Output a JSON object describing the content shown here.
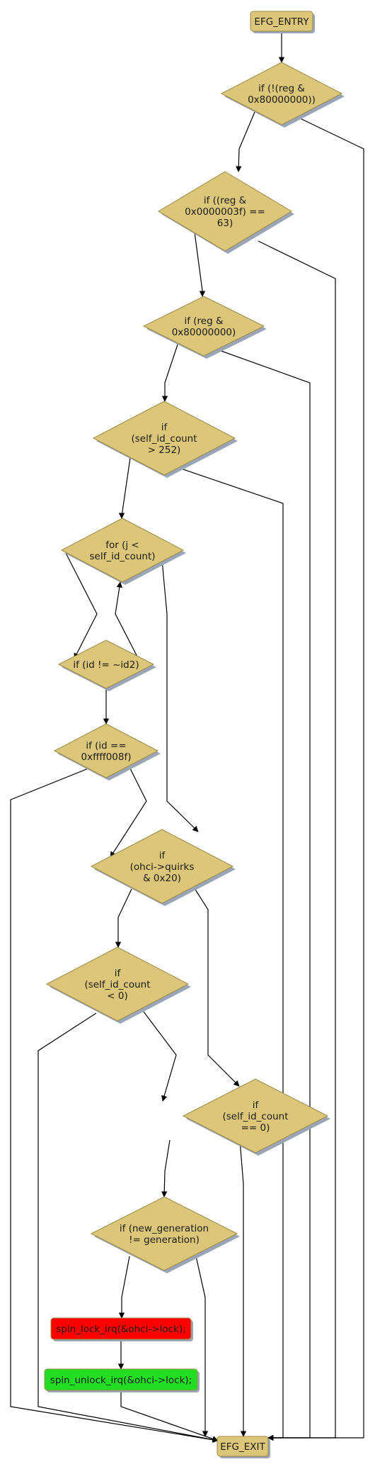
{
  "nodes": {
    "entry": {
      "lines": [
        "EFG_ENTRY"
      ]
    },
    "d1": {
      "lines": [
        "if (!(reg &",
        "0x80000000))"
      ]
    },
    "d2": {
      "lines": [
        "if ((reg &",
        "0x0000003f) ==",
        "63)"
      ]
    },
    "d3": {
      "lines": [
        "if (reg &",
        "0x80000000)"
      ]
    },
    "d4": {
      "lines": [
        "if",
        "(self_id_count",
        "> 252)"
      ]
    },
    "d5": {
      "lines": [
        "for (j <",
        "self_id_count)"
      ]
    },
    "d6": {
      "lines": [
        "if (id != ~id2)"
      ]
    },
    "d7": {
      "lines": [
        "if (id ==",
        "0xffff008f)"
      ]
    },
    "d8": {
      "lines": [
        "if",
        "(ohci->quirks",
        "& 0x20)"
      ]
    },
    "d9": {
      "lines": [
        "if",
        "(self_id_count",
        "< 0)"
      ]
    },
    "d10": {
      "lines": [
        "if",
        "(self_id_count",
        "== 0)"
      ]
    },
    "d11": {
      "lines": [
        "if (new_generation",
        "!= generation)"
      ]
    },
    "lock": {
      "lines": [
        "spin_lock_irq(&ohci->lock);"
      ]
    },
    "unlock": {
      "lines": [
        "spin_unlock_irq(&ohci->lock);"
      ]
    },
    "exit": {
      "lines": [
        "EFG_EXIT"
      ]
    }
  },
  "colors": {
    "node_fill": "#dcc67a",
    "node_stroke": "#9e8a45",
    "shadow": "#9aa6b8",
    "lock_fill": "#ff0000",
    "unlock_fill": "#22dd22",
    "edge": "#000000"
  }
}
